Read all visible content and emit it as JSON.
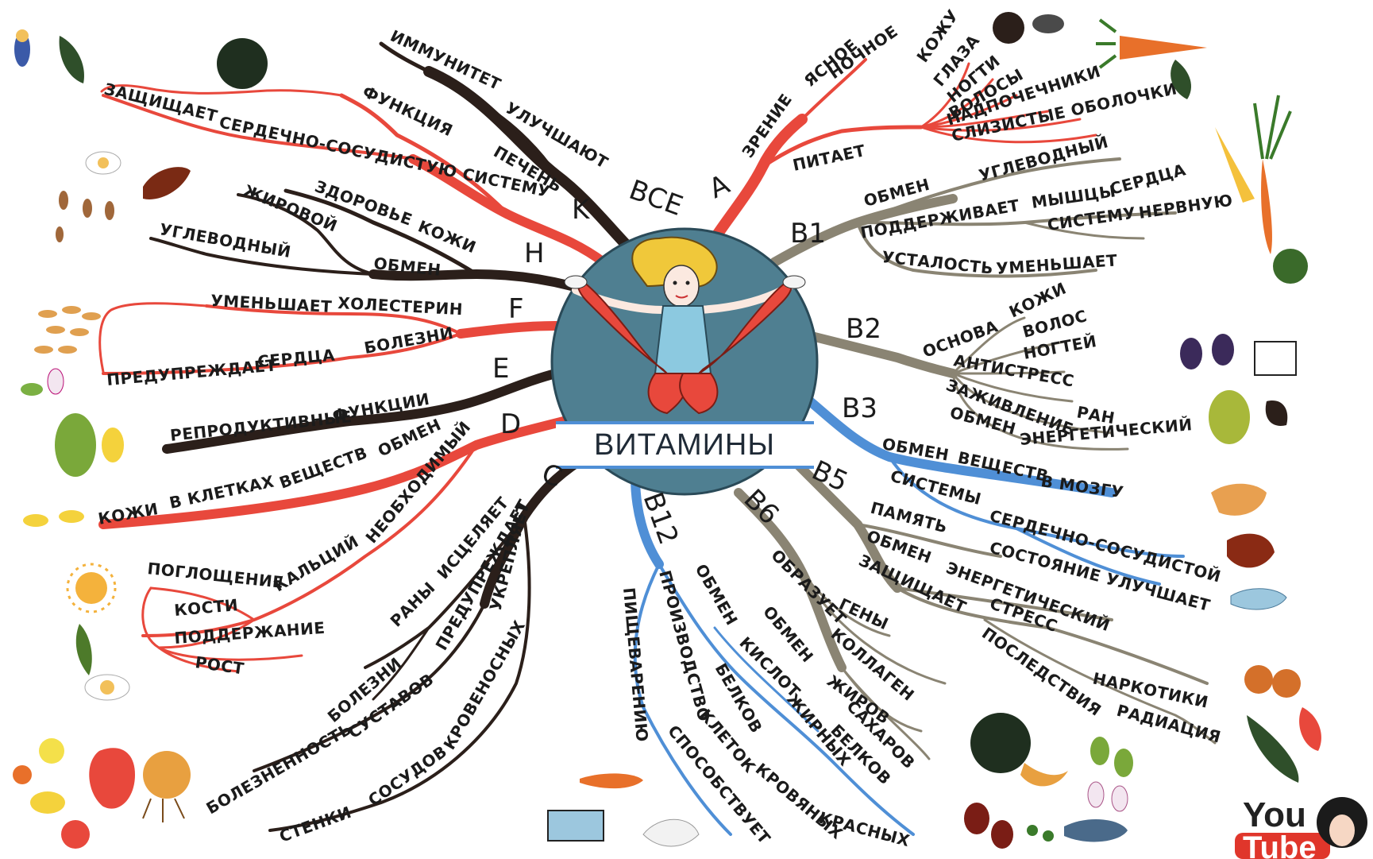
{
  "title": "ВИТАМИНЫ",
  "colors": {
    "black": "#2b1f1a",
    "red": "#e8483c",
    "gray": "#8a8473",
    "blue": "#4f8fd6",
    "disc": "#4f7f91"
  },
  "vitamins": [
    {
      "key": "all",
      "label": "ВСЕ"
    },
    {
      "key": "a",
      "label": "A"
    },
    {
      "key": "k",
      "label": "K"
    },
    {
      "key": "h",
      "label": "H"
    },
    {
      "key": "f",
      "label": "F"
    },
    {
      "key": "e",
      "label": "E"
    },
    {
      "key": "d",
      "label": "D"
    },
    {
      "key": "c",
      "label": "C"
    },
    {
      "key": "b1",
      "label": "B1"
    },
    {
      "key": "b2",
      "label": "B2"
    },
    {
      "key": "b3",
      "label": "B3"
    },
    {
      "key": "b5",
      "label": "B5"
    },
    {
      "key": "b6",
      "label": "B6"
    },
    {
      "key": "b12",
      "label": "B12"
    }
  ],
  "labels": {
    "all": [
      "ИММУНИТЕТ",
      "УЛУЧШАЮТ"
    ],
    "k": [
      "ФУНКЦИЯ",
      "ПЕЧЕНЬ",
      "ЗАЩИЩАЕТ",
      "СЕРДЕЧНО-СОСУДИСТУЮ СИСТЕМУ"
    ],
    "h": [
      "ЗДОРОВЬЕ",
      "КОЖИ",
      "ЖИРОВОЙ",
      "УГЛЕВОДНЫЙ",
      "ОБМЕН"
    ],
    "f": [
      "УМЕНЬШАЕТ",
      "ХОЛЕСТЕРИН",
      "ПРЕДУПРЕЖДАЕТ",
      "СЕРДЦА",
      "БОЛЕЗНИ"
    ],
    "e": [
      "РЕПРОДУКТИВНЫЕ",
      "ФУНКЦИИ"
    ],
    "d": [
      "ОБМЕН",
      "ВЕЩЕСТВ",
      "В КЛЕТКАХ",
      "КОЖИ",
      "НЕОБХОДИМЫЙ",
      "КАЛЬЦИЙ",
      "ПОГЛОЩЕНИЕ",
      "КОСТИ",
      "ПОДДЕРЖАНИЕ",
      "РОСТ"
    ],
    "c": [
      "ИСЦЕЛЯЕТ",
      "РАНЫ",
      "ПРЕДУПРЕЖДАЕТ",
      "БОЛЕЗНИ",
      "БОЛЕЗНЕННОСТЬ",
      "СУСТАВОВ",
      "УКРЕПЛЯЕТ",
      "КРОВЕНОСНЫХ",
      "СОСУДОВ",
      "СТЕНКИ"
    ],
    "a": [
      "ЗРЕНИЕ",
      "ЯСНОЕ",
      "НОЧНОЕ",
      "ПИТАЕТ",
      "КОЖУ",
      "ГЛАЗА",
      "НОГТИ",
      "ВОЛОСЫ",
      "НАДПОЧЕЧНИКИ",
      "СЛИЗИСТЫЕ ОБОЛОЧКИ"
    ],
    "b1": [
      "ОБМЕН",
      "УГЛЕВОДНЫЙ",
      "ПОДДЕРЖИВАЕТ",
      "МЫШЦЫ",
      "СЕРДЦА",
      "СИСТЕМУ",
      "НЕРВНУЮ",
      "УСТАЛОСТЬ",
      "УМЕНЬШАЕТ"
    ],
    "b2": [
      "ОСНОВА",
      "КОЖИ",
      "ВОЛОС",
      "НОГТЕЙ",
      "АНТИСТРЕСС",
      "ЗАЖИВЛЕНИЕ",
      "РАН",
      "ОБМЕН",
      "ЭНЕРГЕТИЧЕСКИЙ"
    ],
    "b3": [
      "ОБМЕН",
      "ВЕЩЕСТВ",
      "В МОЗГУ",
      "СИСТЕМЫ",
      "СЕРДЕЧНО-СОСУДИСТОЙ",
      "СОСТОЯНИЕ УЛУЧШАЕТ"
    ],
    "b5": [
      "ПАМЯТЬ",
      "ОБМЕН",
      "ЭНЕРГЕТИЧЕСКИЙ",
      "ЗАЩИЩАЕТ",
      "СТРЕСС",
      "ПОСЛЕДСТВИЯ",
      "НАРКОТИКИ",
      "РАДИАЦИЯ"
    ],
    "b6": [
      "ОБРАЗУЕТ",
      "ГЕНЫ",
      "КОЛЛАГЕН",
      "ОБМЕН",
      "ЖИРОВ",
      "САХАРОВ",
      "БЕЛКОВ"
    ],
    "b12": [
      "ОБМЕН",
      "КИСЛОТ",
      "ЖИРНЫХ",
      "БЕЛКОВ",
      "ПРОИЗВОДСТВО",
      "КЛЕТОК",
      "КРОВЯНЫХ",
      "КРАСНЫХ",
      "ПИЩЕВАРЕНИЮ",
      "СПОСОБСТВУЕТ"
    ]
  },
  "youtube": {
    "top": "You",
    "bottom": "Tube"
  }
}
